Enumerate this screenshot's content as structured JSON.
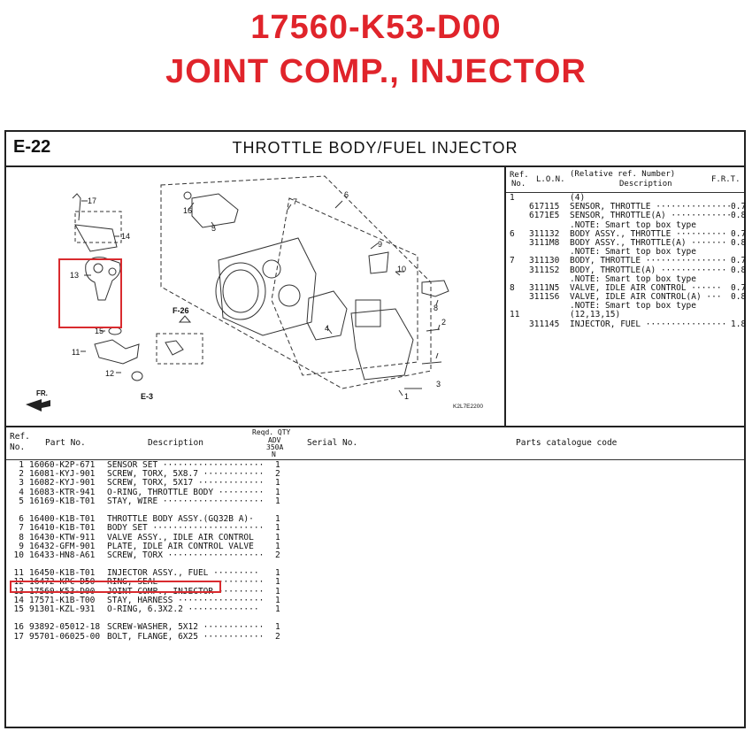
{
  "header": {
    "part_number": "17560-K53-D00",
    "part_name": "JOINT COMP., INJECTOR"
  },
  "figure": {
    "number": "E-22",
    "title": "THROTTLE BODY/FUEL INJECTOR",
    "drawing_code": "K2L7E2200",
    "callouts": [
      "17",
      "14",
      "13",
      "16",
      "5",
      "7",
      "6",
      "9",
      "10",
      "8",
      "15",
      "11",
      "12",
      "4",
      "2",
      "3",
      "1"
    ],
    "refs": [
      "F-26",
      "E-3",
      "FR."
    ]
  },
  "ref_panel": {
    "headers": {
      "ref": "Ref.",
      "no": "No.",
      "lon": "L.O.N.",
      "relative": "(Relative ref. Number)",
      "description": "Description",
      "frt": "F.R.T."
    },
    "rows": [
      {
        "ref": "1",
        "lon": "",
        "desc": "(4)",
        "frt": ""
      },
      {
        "ref": "",
        "lon": "617115",
        "desc": "SENSOR, THROTTLE ···············",
        "frt": "0.7"
      },
      {
        "ref": "",
        "lon": "6171E5",
        "desc": "SENSOR, THROTTLE(A) ············",
        "frt": "0.8"
      },
      {
        "ref": "",
        "lon": "",
        "desc": ".NOTE: Smart top box type",
        "frt": ""
      },
      {
        "ref": "6",
        "lon": "311132",
        "desc": "BODY ASSY., THROTTLE ··········",
        "frt": "0.7"
      },
      {
        "ref": "",
        "lon": "3111M8",
        "desc": "BODY ASSY., THROTTLE(A) ·······",
        "frt": "0.8"
      },
      {
        "ref": "",
        "lon": "",
        "desc": ".NOTE: Smart top box type",
        "frt": ""
      },
      {
        "ref": "7",
        "lon": "311130",
        "desc": "BODY, THROTTLE ················",
        "frt": "0.7"
      },
      {
        "ref": "",
        "lon": "3111S2",
        "desc": "BODY, THROTTLE(A) ·············",
        "frt": "0.8"
      },
      {
        "ref": "",
        "lon": "",
        "desc": ".NOTE: Smart top box type",
        "frt": ""
      },
      {
        "ref": "8",
        "lon": "3111N5",
        "desc": "VALVE, IDLE AIR CONTROL ······",
        "frt": "0.7"
      },
      {
        "ref": "",
        "lon": "3111S6",
        "desc": "VALVE, IDLE AIR CONTROL(A) ···",
        "frt": "0.8"
      },
      {
        "ref": "",
        "lon": "",
        "desc": ".NOTE: Smart top box type",
        "frt": ""
      },
      {
        "ref": "11",
        "lon": "",
        "desc": "(12,13,15)",
        "frt": ""
      },
      {
        "ref": "",
        "lon": "311145",
        "desc": "INJECTOR, FUEL ················",
        "frt": "1.8"
      }
    ]
  },
  "parts_list": {
    "headers": {
      "ref": "Ref.",
      "no": "No.",
      "part_no": "Part No.",
      "description": "Description",
      "reqd": "Reqd. QTY",
      "adv": "ADV",
      "model": "350A",
      "n": "N",
      "serial": "Serial No.",
      "catalogue": "Parts catalogue code"
    },
    "groups": [
      [
        {
          "ref": "1",
          "part_no": "16060-K2P-671",
          "desc": "SENSOR SET ····················",
          "qty": "1"
        },
        {
          "ref": "2",
          "part_no": "16081-KYJ-901",
          "desc": "SCREW, TORX, 5X8.7 ············",
          "qty": "2"
        },
        {
          "ref": "3",
          "part_no": "16082-KYJ-901",
          "desc": "SCREW, TORX, 5X17 ·············",
          "qty": "1"
        },
        {
          "ref": "4",
          "part_no": "16083-KTR-941",
          "desc": "O-RING, THROTTLE BODY ·········",
          "qty": "1"
        },
        {
          "ref": "5",
          "part_no": "16169-K1B-T01",
          "desc": "STAY, WIRE ····················",
          "qty": "1"
        }
      ],
      [
        {
          "ref": "6",
          "part_no": "16400-K1B-T01",
          "desc": "THROTTLE BODY ASSY.(GQ32B A)·",
          "qty": "1"
        },
        {
          "ref": "7",
          "part_no": "16410-K1B-T01",
          "desc": "BODY SET ······················",
          "qty": "1"
        },
        {
          "ref": "8",
          "part_no": "16430-KTW-911",
          "desc": "VALVE ASSY., IDLE AIR CONTROL",
          "qty": "1"
        },
        {
          "ref": "9",
          "part_no": "16432-GFM-901",
          "desc": "PLATE, IDLE AIR CONTROL VALVE",
          "qty": "1"
        },
        {
          "ref": "10",
          "part_no": "16433-HN8-A61",
          "desc": "SCREW, TORX ···················",
          "qty": "2"
        }
      ],
      [
        {
          "ref": "11",
          "part_no": "16450-K1B-T01",
          "desc": "INJECTOR ASSY., FUEL ·········",
          "qty": "1"
        },
        {
          "ref": "12",
          "part_no": "16472-KPC-D50",
          "desc": "RING, SEAL ····················",
          "qty": "1"
        },
        {
          "ref": "13",
          "part_no": "17560-K53-D00",
          "desc": "JOINT COMP., INJECTOR ·········",
          "qty": "1"
        },
        {
          "ref": "14",
          "part_no": "17571-K1B-T00",
          "desc": "STAY, HARNESS ·················",
          "qty": "1"
        },
        {
          "ref": "15",
          "part_no": "91301-KZL-931",
          "desc": "O-RING, 6.3X2.2 ··············",
          "qty": "1"
        }
      ],
      [
        {
          "ref": "16",
          "part_no": "93892-05012-18",
          "desc": "SCREW-WASHER, 5X12 ············",
          "qty": "1"
        },
        {
          "ref": "17",
          "part_no": "95701-06025-00",
          "desc": "BOLT, FLANGE, 6X25 ············",
          "qty": "2"
        }
      ]
    ]
  }
}
